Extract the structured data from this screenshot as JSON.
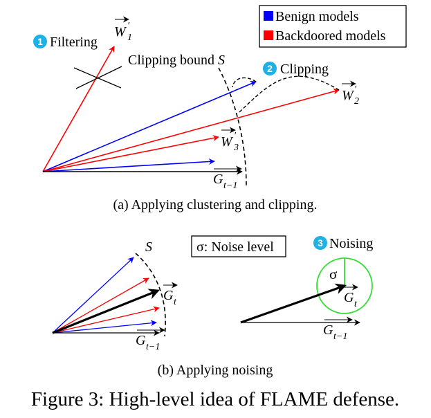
{
  "legend": {
    "benign": {
      "label": "Benign models",
      "color": "#0000ff"
    },
    "backdoored": {
      "label": "Backdoored models",
      "color": "#ff0000"
    }
  },
  "panel_a": {
    "step1": {
      "number": "1",
      "label": "Filtering"
    },
    "step2": {
      "number": "2",
      "label": "Clipping"
    },
    "clipping_bound_text": "Clipping bound",
    "clipping_bound_symbol": "S",
    "vectors": {
      "w1": {
        "base": "W",
        "prime": "′",
        "sub": "1"
      },
      "w2": {
        "base": "W",
        "prime": "′",
        "sub": "2"
      },
      "w3": {
        "base": "W",
        "prime": "′",
        "sub": "3"
      },
      "g": {
        "base": "G",
        "sub": "t−1"
      }
    },
    "caption": "(a) Applying clustering and clipping."
  },
  "panel_b": {
    "bound_symbol": "S",
    "noise_box": "σ: Noise level",
    "step3": {
      "number": "3",
      "label": "Noising"
    },
    "sigma": "σ",
    "vectors": {
      "gt_left": {
        "base": "G",
        "sub": "t"
      },
      "g_prev_left": {
        "base": "G",
        "sub": "t−1"
      },
      "gt_right": {
        "base": "G",
        "sub": "t"
      },
      "g_prev_right": {
        "base": "G",
        "sub": "t−1"
      }
    },
    "caption": "(b) Applying noising"
  },
  "figure_caption": "Figure 3: High-level idea of FLAME defense.",
  "colors": {
    "badge": "#1fb0e6",
    "noise_circle": "#33dd33",
    "black": "#000000"
  }
}
